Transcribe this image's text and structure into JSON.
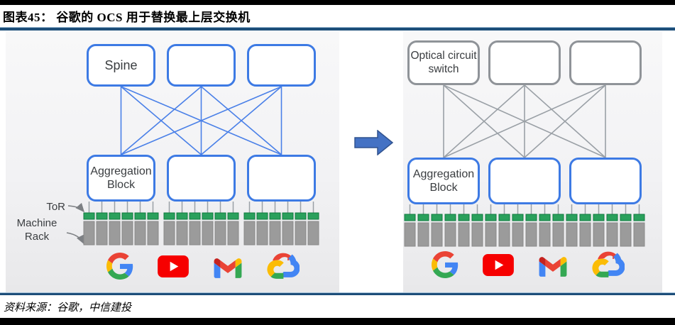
{
  "header": {
    "title": "图表45：  谷歌的 OCS 用于替换最上层交换机"
  },
  "footer": {
    "source": "资料来源：谷歌，中信建投"
  },
  "left_panel": {
    "top_boxes": [
      {
        "label": "Spine"
      },
      {
        "label": ""
      },
      {
        "label": ""
      }
    ],
    "agg_boxes": [
      {
        "label": "Aggregation Block"
      },
      {
        "label": ""
      },
      {
        "label": ""
      }
    ],
    "tor_label": "ToR",
    "rack_label": "Machine Rack",
    "line_color": "#4a80e8",
    "box_border_color": "#3d7ae4"
  },
  "right_panel": {
    "top_boxes": [
      {
        "label": "Optical circuit switch"
      },
      {
        "label": ""
      },
      {
        "label": ""
      }
    ],
    "agg_boxes": [
      {
        "label": "Aggregation Block"
      },
      {
        "label": ""
      },
      {
        "label": ""
      }
    ],
    "line_color": "#9aa0a6",
    "top_box_border_color": "#8f9398",
    "agg_box_border_color": "#3d7ae4"
  },
  "logos": {
    "names": [
      "google-g",
      "youtube",
      "gmail",
      "google-cloud"
    ]
  },
  "colors": {
    "tor_green": "#2aa05c",
    "tor_green_border": "#0f7a3e",
    "rack_gray": "#9b9b9b",
    "rack_gray_border": "#8a8a8a",
    "stem_gray": "#9aa0a6",
    "arrow_blue_fill": "#4472c4",
    "arrow_blue_stroke": "#31538f",
    "rule_navy": "#1d4e79"
  }
}
